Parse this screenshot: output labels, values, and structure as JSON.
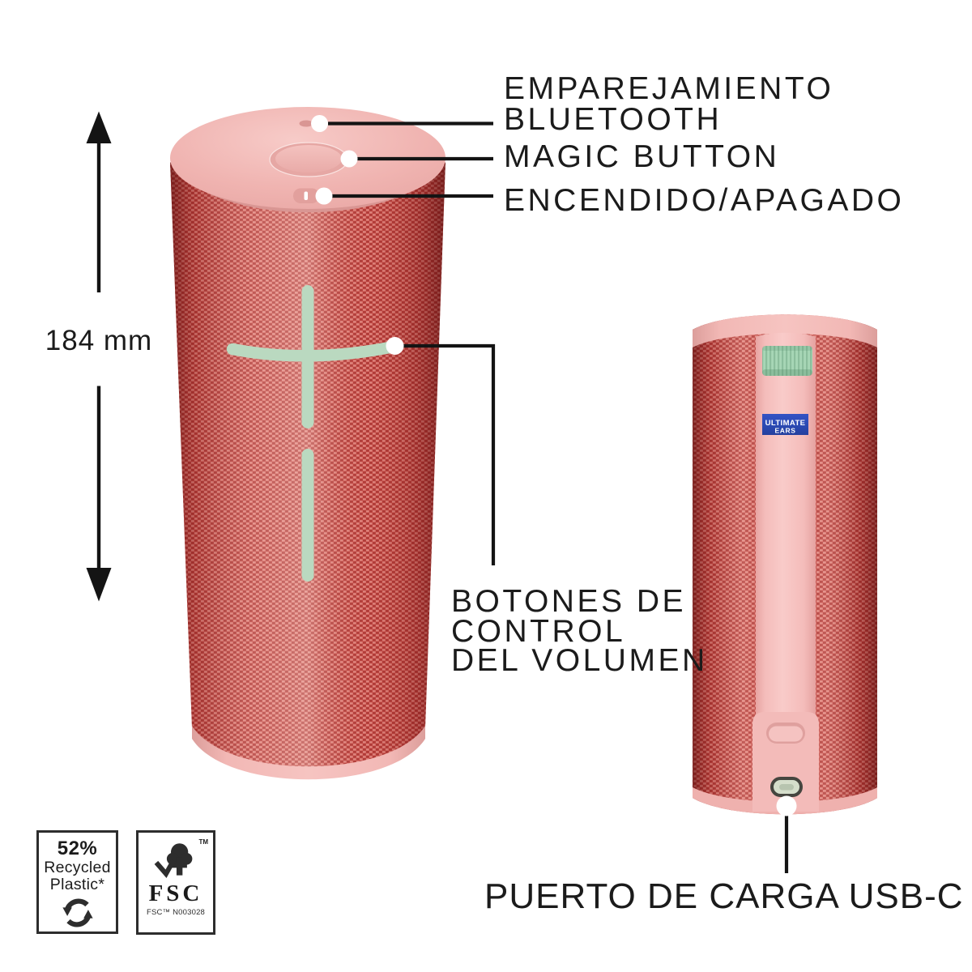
{
  "callouts": {
    "bluetooth": {
      "line1": "EMPAREJAMIENTO",
      "line2": "BLUETOOTH"
    },
    "magic": {
      "label": "MAGIC BUTTON"
    },
    "power": {
      "label": "ENCENDIDO/APAGADO"
    },
    "volume": {
      "line1": "BOTONES DE",
      "line2": "CONTROL",
      "line3": "DEL VOLUMEN"
    },
    "usb": {
      "label": "PUERTO DE CARGA USB-C"
    }
  },
  "dimension": {
    "height": "184 mm"
  },
  "brand_badge": {
    "line1": "ULTIMATE",
    "line2": "EARS"
  },
  "eco_badges": {
    "recycled": {
      "percent": "52%",
      "line1": "Recycled",
      "line2": "Plastic*"
    },
    "fsc": {
      "acronym": "FSC",
      "tm": "TM",
      "license": "FSC™ N003028"
    }
  },
  "colors": {
    "mesh_red": "#d15551",
    "mesh_dark": "#ae3a37",
    "cap_pink": "#f0b4b1",
    "spine_pink": "#f6c3c0",
    "mint_buttons": "#bad9c0",
    "mint_loop": "#a7d6b6",
    "brand_blue": "#2b4ab5",
    "ink": "#1b1b1b"
  }
}
